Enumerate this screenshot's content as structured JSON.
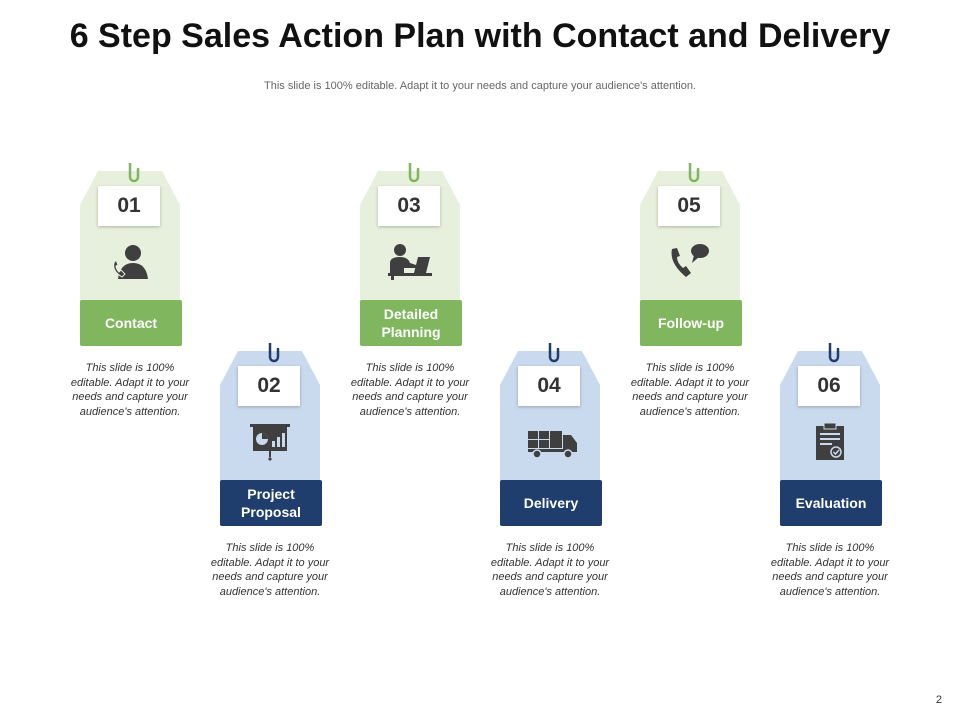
{
  "title": "6 Step Sales Action Plan with Contact and Delivery",
  "subtitle": "This slide is 100% editable. Adapt it to your needs and capture your audience's attention.",
  "page_number": "2",
  "colors": {
    "green_tag": "#e6f0dc",
    "green_label": "#7fb65e",
    "green_clip": "#7fb65e",
    "blue_tag": "#c9d9ee",
    "blue_label": "#1f3e6e",
    "blue_clip": "#1f3e6e",
    "icon": "#3f3f3f"
  },
  "steps": [
    {
      "number": "01",
      "label": "Contact",
      "icon": "person-phone-icon",
      "theme": "green",
      "description": "This slide is 100% editable. Adapt it to your needs and capture your audience's attention."
    },
    {
      "number": "02",
      "label": "Project Proposal",
      "icon": "presentation-chart-icon",
      "theme": "blue",
      "description": "This slide is 100% editable. Adapt it to your needs and capture your audience's attention."
    },
    {
      "number": "03",
      "label": "Detailed Planning",
      "icon": "person-laptop-icon",
      "theme": "green",
      "description": "This slide is 100% editable. Adapt it to your needs and capture your audience's attention."
    },
    {
      "number": "04",
      "label": "Delivery",
      "icon": "truck-icon",
      "theme": "blue",
      "description": "This slide is 100% editable. Adapt it to your needs and capture your audience's attention."
    },
    {
      "number": "05",
      "label": "Follow-up",
      "icon": "phone-chat-icon",
      "theme": "green",
      "description": "This slide is 100% editable. Adapt it to your needs and capture your audience's attention."
    },
    {
      "number": "06",
      "label": "Evaluation",
      "icon": "clipboard-check-icon",
      "theme": "blue",
      "description": "This slide is 100% editable. Adapt it to your needs and capture your audience's attention."
    }
  ]
}
